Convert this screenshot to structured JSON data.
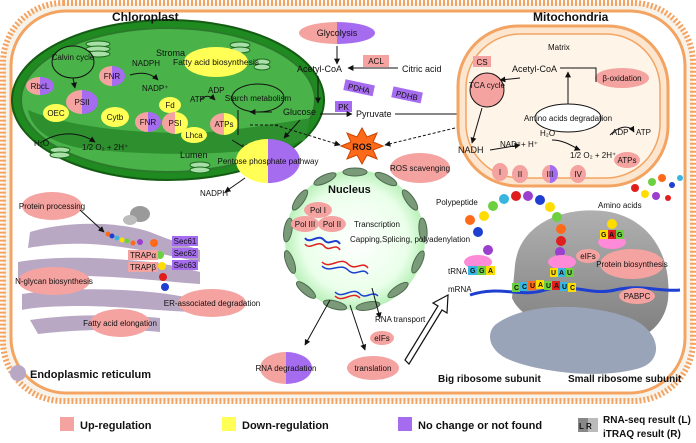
{
  "colors": {
    "up": "#f4a3a0",
    "down": "#ffff55",
    "nochange": "#a66cf0",
    "chloroplast": "#3a9a3a",
    "mito": "#ffe7cf",
    "er": "#b9a8c4",
    "ribosome": "#9a9a9a"
  },
  "compartments": {
    "chloroplast": "Chloroplast",
    "mitochondria": "Mitochondria",
    "nucleus": "Nucleus",
    "er": "Endoplasmic reticulum",
    "big_ribosome": "Big ribosome subunit",
    "small_ribosome": "Small ribosome subunit"
  },
  "chloroplast": {
    "calvin_cycle": "Calvin cycle",
    "rbcl": "RbcL",
    "psii": "PSII",
    "oec": "OEC",
    "cytb": "Cytb",
    "fnr": "FNR",
    "fd": "Fd",
    "psi": "PSI",
    "lhca": "Lhca",
    "atps": "ATPs",
    "stroma": "Stroma",
    "lumen": "Lumen",
    "nadph": "NADPH",
    "nadp": "NADP⁺",
    "h2o": "H₂O",
    "water_split": "1/2 O₂ + 2H⁺",
    "fatty_acid": "Fatty acid biosynthesis",
    "starch": "Starch metabolism",
    "atp": "ATP",
    "adp": "ADP",
    "hplus": "H⁺"
  },
  "cytosol": {
    "glycolysis": "Glycolysis",
    "acetyl_coa": "Acetyl-CoA",
    "acl": "ACL",
    "citric_acid": "Citric acid",
    "pdha": "PDHA",
    "pdhb": "PDHB",
    "pk": "PK",
    "glucose": "Glucose",
    "pyruvate": "Pyruvate",
    "ros": "ROS",
    "ros_scavenging": "ROS scavenging",
    "ppp": "Pentose phosphate pathway",
    "nadph": "NADPH"
  },
  "mitochondria": {
    "matrix": "Matrix",
    "cs": "CS",
    "acetyl_coa": "Acetyl-CoA",
    "beta_ox": "β-oxidation",
    "tca": "TCA cycle",
    "amino_deg": "Amino acids degradation",
    "nadh": "NADH",
    "nad": "NAD⁺+ H⁺",
    "h2o": "H₂O",
    "water": "1/2 O₂ + 2H⁺",
    "adp": "ADP",
    "atp": "ATP",
    "atps": "ATPs",
    "complexes": [
      "I",
      "II",
      "III",
      "IV"
    ]
  },
  "nucleus": {
    "pol1": "Pol I",
    "pol2": "Pol II",
    "pol3": "Pol III",
    "transcription": "Transcription",
    "capping": "Capping,Splicing, polyadenylation",
    "rna_transport": "RNA transport",
    "eifs": "eIFs",
    "rna_degradation": "RNA degradation",
    "translation": "translation"
  },
  "er": {
    "protein_processing": "Protein processing",
    "sec61": "Sec61",
    "sec62": "Sec62",
    "sec63": "Sec63",
    "trapa": "TRAPα",
    "trapb": "TRAPβ",
    "nglycan": "N-glycan biosynthesis",
    "fatty_elong": "Fatty acid elongation",
    "er_degradation": "ER-associated degradation"
  },
  "ribosome": {
    "amino_acids": "Amino acids",
    "polypeptide": "Polypeptide",
    "trna": "tRNA",
    "mrna": "mRNA",
    "eifs": "eIFs",
    "protein_bio": "Protein biosynthesis",
    "pabpc": "PABPC",
    "anticodon1": [
      "G",
      "G",
      "A"
    ],
    "anticodon2": [
      "U",
      "A",
      "U"
    ],
    "anticodon3": [
      "G",
      "A",
      "G"
    ],
    "codons": [
      "C",
      "C",
      "U",
      "A",
      "U",
      "A",
      "U",
      "C"
    ]
  },
  "legend": {
    "up": "Up-regulation",
    "down": "Down-regulation",
    "nochange": "No change or not found",
    "lr": "L R",
    "rnaseq": "RNA-seq result (L)",
    "itraq": "iTRAQ result (R)"
  }
}
